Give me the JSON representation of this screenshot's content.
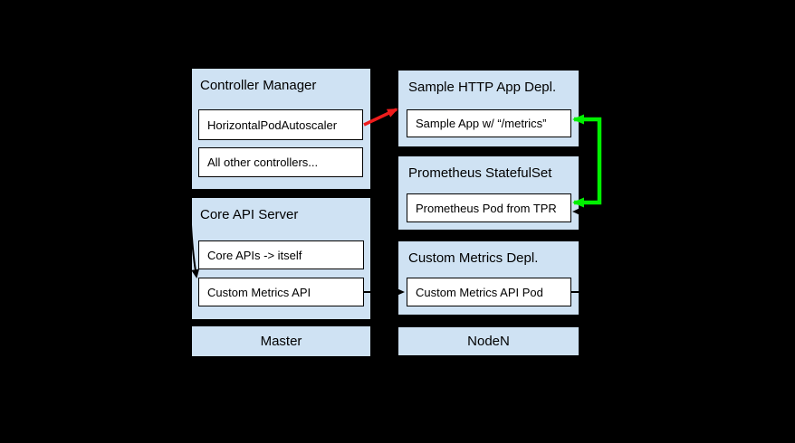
{
  "colors": {
    "background": "#000000",
    "group_fill": "#cfe2f3",
    "item_fill": "#ffffff",
    "line": "#000000",
    "arrow_red": "#ee1c1c",
    "arrow_green": "#00f000",
    "text": "#000000"
  },
  "diagram": {
    "controller_manager": {
      "title": "Controller Manager",
      "items": {
        "hpa": "HorizontalPodAutoscaler",
        "other": "All other controllers..."
      }
    },
    "core_api_server": {
      "title": "Core API Server",
      "items": {
        "core_apis": "Core APIs -> itself",
        "custom_metrics_api": "Custom Metrics API"
      }
    },
    "master_label": "Master",
    "sample_http_app": {
      "title": "Sample HTTP App Depl.",
      "items": {
        "sample_app": "Sample App w/ “/metrics”"
      }
    },
    "prometheus": {
      "title": "Prometheus StatefulSet",
      "items": {
        "prom_pod": "Prometheus Pod from TPR"
      }
    },
    "custom_metrics_depl": {
      "title": "Custom Metrics Depl.",
      "items": {
        "cm_pod": "Custom Metrics API Pod"
      }
    },
    "node_label": "NodeN"
  },
  "connections": [
    {
      "from": "HorizontalPodAutoscaler",
      "to": "Sample HTTP App Depl.",
      "color": "#ee1c1c"
    },
    {
      "from": "Sample App w/ “/metrics”",
      "to": "Prometheus Pod from TPR",
      "color": "#00f000",
      "arrowheads": "both"
    },
    {
      "from": "Custom Metrics API Pod",
      "to": "Prometheus Pod from TPR",
      "color": "#000000"
    },
    {
      "from": "HorizontalPodAutoscaler",
      "to": "Custom Metrics API",
      "color": "#000000"
    },
    {
      "from": "Custom Metrics API",
      "to": "Custom Metrics API Pod",
      "color": "#000000"
    }
  ]
}
